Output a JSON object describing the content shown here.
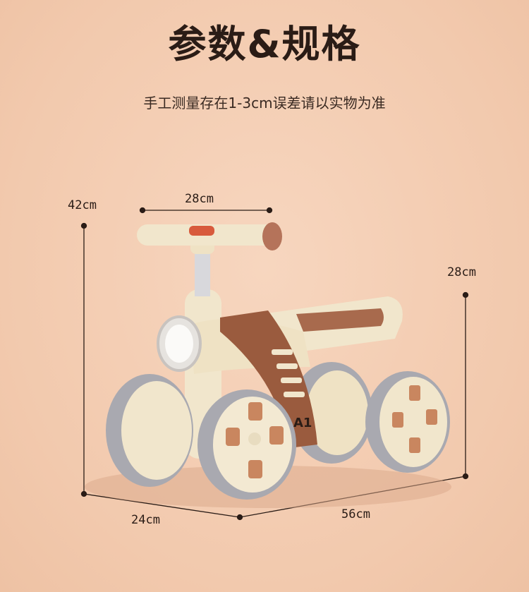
{
  "title": "参数&规格",
  "subtitle": "手工测量存在1-3cm误差请以实物为准",
  "dimensions": {
    "height": "42cm",
    "handlebar_width": "28cm",
    "seat_height": "28cm",
    "width": "24cm",
    "length": "56cm"
  },
  "product": {
    "logo": "A1",
    "icon": "balance-bike-illustration"
  },
  "colors": {
    "background": "#f2c9ad",
    "frame": "#f1e6cc",
    "strap": "#9a5b3e",
    "tire": "#a9a9b0"
  }
}
